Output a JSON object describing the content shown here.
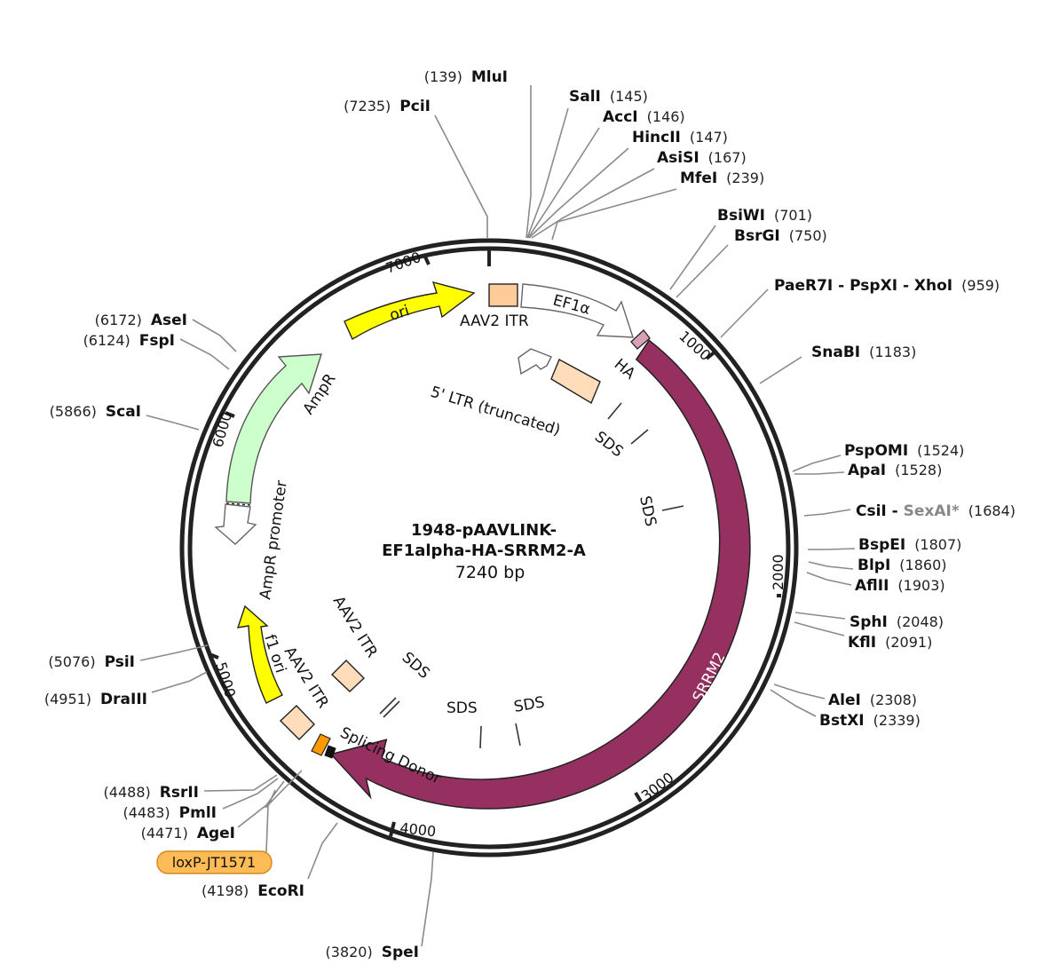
{
  "plasmid": {
    "name_line1": "1948-pAAVLINK-",
    "name_line2": "EF1alpha-HA-SRRM2-A",
    "size_label": "7240 bp"
  },
  "ticks": [
    {
      "label": "1000"
    },
    {
      "label": "2000"
    },
    {
      "label": "3000"
    },
    {
      "label": "4000"
    },
    {
      "label": "5000"
    },
    {
      "label": "6000"
    },
    {
      "label": "7000"
    }
  ],
  "sites": [
    {
      "name": "MluI",
      "pos": "(139)"
    },
    {
      "name": "PciI",
      "pos": "(7235)"
    },
    {
      "name": "SalI",
      "pos": "(145)"
    },
    {
      "name": "AccI",
      "pos": "(146)"
    },
    {
      "name": "HincII",
      "pos": "(147)"
    },
    {
      "name": "AsiSI",
      "pos": "(167)"
    },
    {
      "name": "MfeI",
      "pos": "(239)"
    },
    {
      "name": "BsiWI",
      "pos": "(701)"
    },
    {
      "name": "BsrGI",
      "pos": "(750)"
    },
    {
      "name": "PaeR7I - PspXI - XhoI",
      "pos": "(959)"
    },
    {
      "name": "SnaBI",
      "pos": "(1183)"
    },
    {
      "name": "PspOMI",
      "pos": "(1524)"
    },
    {
      "name": "ApaI",
      "pos": "(1528)"
    },
    {
      "name": "CsiI",
      "sep": " - ",
      "extra": "SexAI*",
      "pos": "(1684)"
    },
    {
      "name": "BspEI",
      "pos": "(1807)"
    },
    {
      "name": "BlpI",
      "pos": "(1860)"
    },
    {
      "name": "AflII",
      "pos": "(1903)"
    },
    {
      "name": "SphI",
      "pos": "(2048)"
    },
    {
      "name": "KflI",
      "pos": "(2091)"
    },
    {
      "name": "AleI",
      "pos": "(2308)"
    },
    {
      "name": "BstXI",
      "pos": "(2339)"
    },
    {
      "name": "SpeI",
      "pos": "(3820)"
    },
    {
      "name": "EcoRI",
      "pos": "(4198)"
    },
    {
      "name": "AgeI",
      "pos": "(4471)"
    },
    {
      "name": "PmlI",
      "pos": "(4483)"
    },
    {
      "name": "RsrII",
      "pos": "(4488)"
    },
    {
      "name": "DraIII",
      "pos": "(4951)"
    },
    {
      "name": "PsiI",
      "pos": "(5076)"
    },
    {
      "name": "ScaI",
      "pos": "(5866)"
    },
    {
      "name": "FspI",
      "pos": "(6124)"
    },
    {
      "name": "AseI",
      "pos": "(6172)"
    }
  ],
  "features": {
    "ori": "ori",
    "aav2_itr_top": "AAV2 ITR",
    "ef1a": "EF1α",
    "ha": "HA",
    "ltr": "5' LTR (truncated)",
    "srrm2": "SRRM2",
    "ampr": "AmpR",
    "ampr_promoter": "AmpR promoter",
    "f1_ori": "f1 ori",
    "aav2_itr_bottom_a": "AAV2 ITR",
    "aav2_itr_bottom_b": "AAV2 ITR",
    "splicing_donor": "Splicing Donor",
    "sds": "SDS",
    "loxp": "loxP-JT1571"
  },
  "colors": {
    "srrm2": "#963060",
    "ori": "#ffff00",
    "ampr": "#ccffcc",
    "itr": "#ffddbb",
    "itr_top": "#ffcc99",
    "loxp": "#ffbb55",
    "backbone": "#222222"
  }
}
